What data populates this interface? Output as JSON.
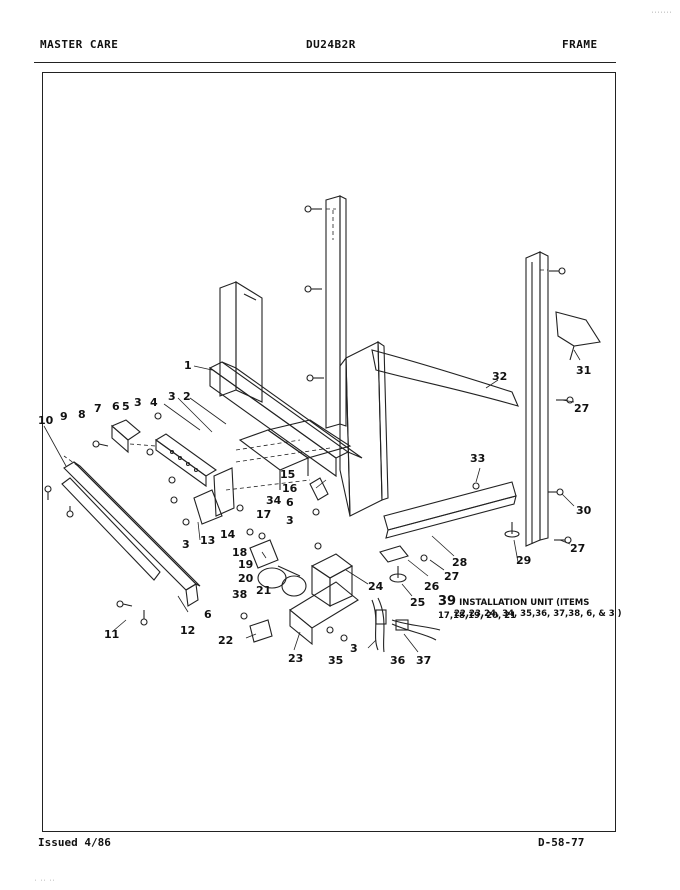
{
  "header": {
    "left": "MASTER CARE",
    "center": "DU24B2R",
    "right": "FRAME"
  },
  "footer": {
    "left": "Issued 4/86",
    "right": "D-58-77"
  },
  "marks": {
    "corner": "·······",
    "bottom": "·  ·· ··"
  },
  "note": {
    "number": "39",
    "line1": "INSTALLATION UNIT (ITEMS 17,18,19, 20, 21",
    "line2": "22,23,24, 34, 35,36, 37,38, 6, & 3 )"
  },
  "callouts": {
    "c1": "1",
    "c2": "2",
    "c3a": "3",
    "c3b": "3",
    "c3c": "3",
    "c3d": "3",
    "c3e": "3",
    "c4": "4",
    "c5": "5",
    "c6a": "6",
    "c6b": "6",
    "c6c": "6",
    "c7": "7",
    "c8": "8",
    "c9": "9",
    "c10": "10",
    "c11": "11",
    "c12": "12",
    "c13": "13",
    "c14": "14",
    "c15": "15",
    "c16": "16",
    "c17": "17",
    "c18": "18",
    "c19": "19",
    "c20": "20",
    "c21": "21",
    "c22": "22",
    "c23": "23",
    "c24": "24",
    "c25": "25",
    "c26": "26",
    "c27a": "27",
    "c27b": "27",
    "c27c": "27",
    "c28": "28",
    "c29": "29",
    "c30": "30",
    "c31": "31",
    "c32": "32",
    "c33": "33",
    "c34": "34",
    "c35": "35",
    "c36": "36",
    "c37": "37",
    "c38": "38"
  }
}
